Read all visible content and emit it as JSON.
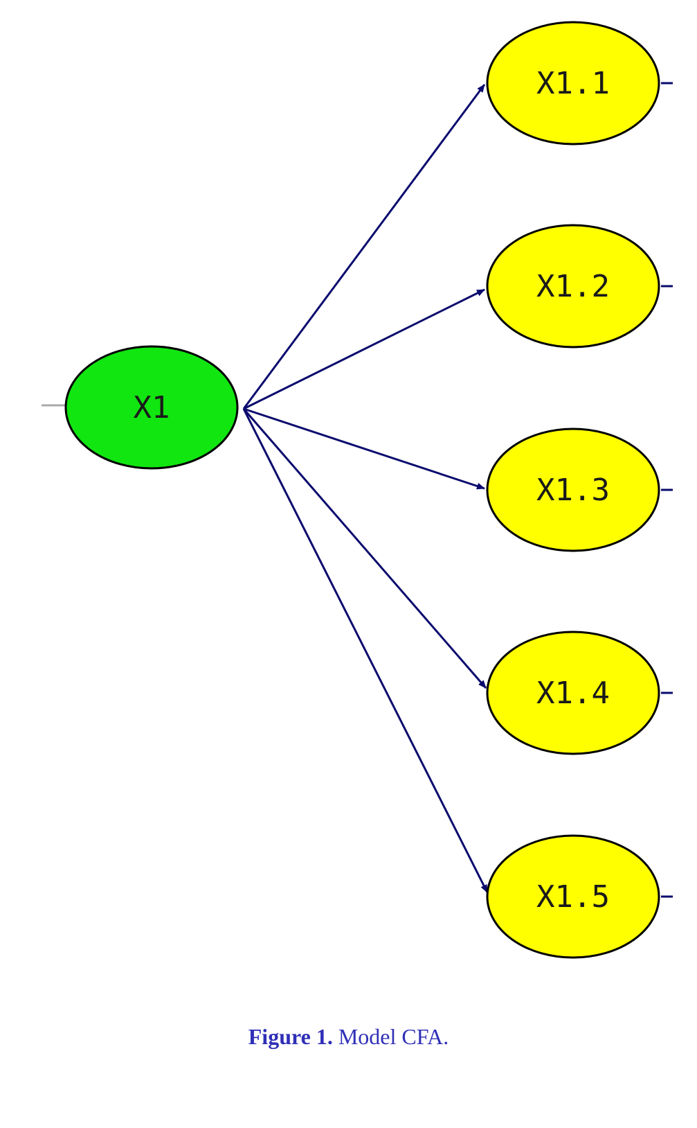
{
  "diagram": {
    "latent": {
      "id": "X1",
      "label": "X1"
    },
    "indicators": [
      {
        "id": "X1.1",
        "label": "X1.1"
      },
      {
        "id": "X1.2",
        "label": "X1.2"
      },
      {
        "id": "X1.3",
        "label": "X1.3"
      },
      {
        "id": "X1.4",
        "label": "X1.4"
      },
      {
        "id": "X1.5",
        "label": "X1.5"
      }
    ],
    "colors": {
      "latent_fill": "#11e611",
      "indicator_fill": "#ffff00",
      "node_stroke": "#000000",
      "arrow": "#0a0a6e",
      "stub_line": "#aaaaaa"
    }
  },
  "caption": {
    "label": "Figure 1.",
    "text": " Model CFA."
  }
}
